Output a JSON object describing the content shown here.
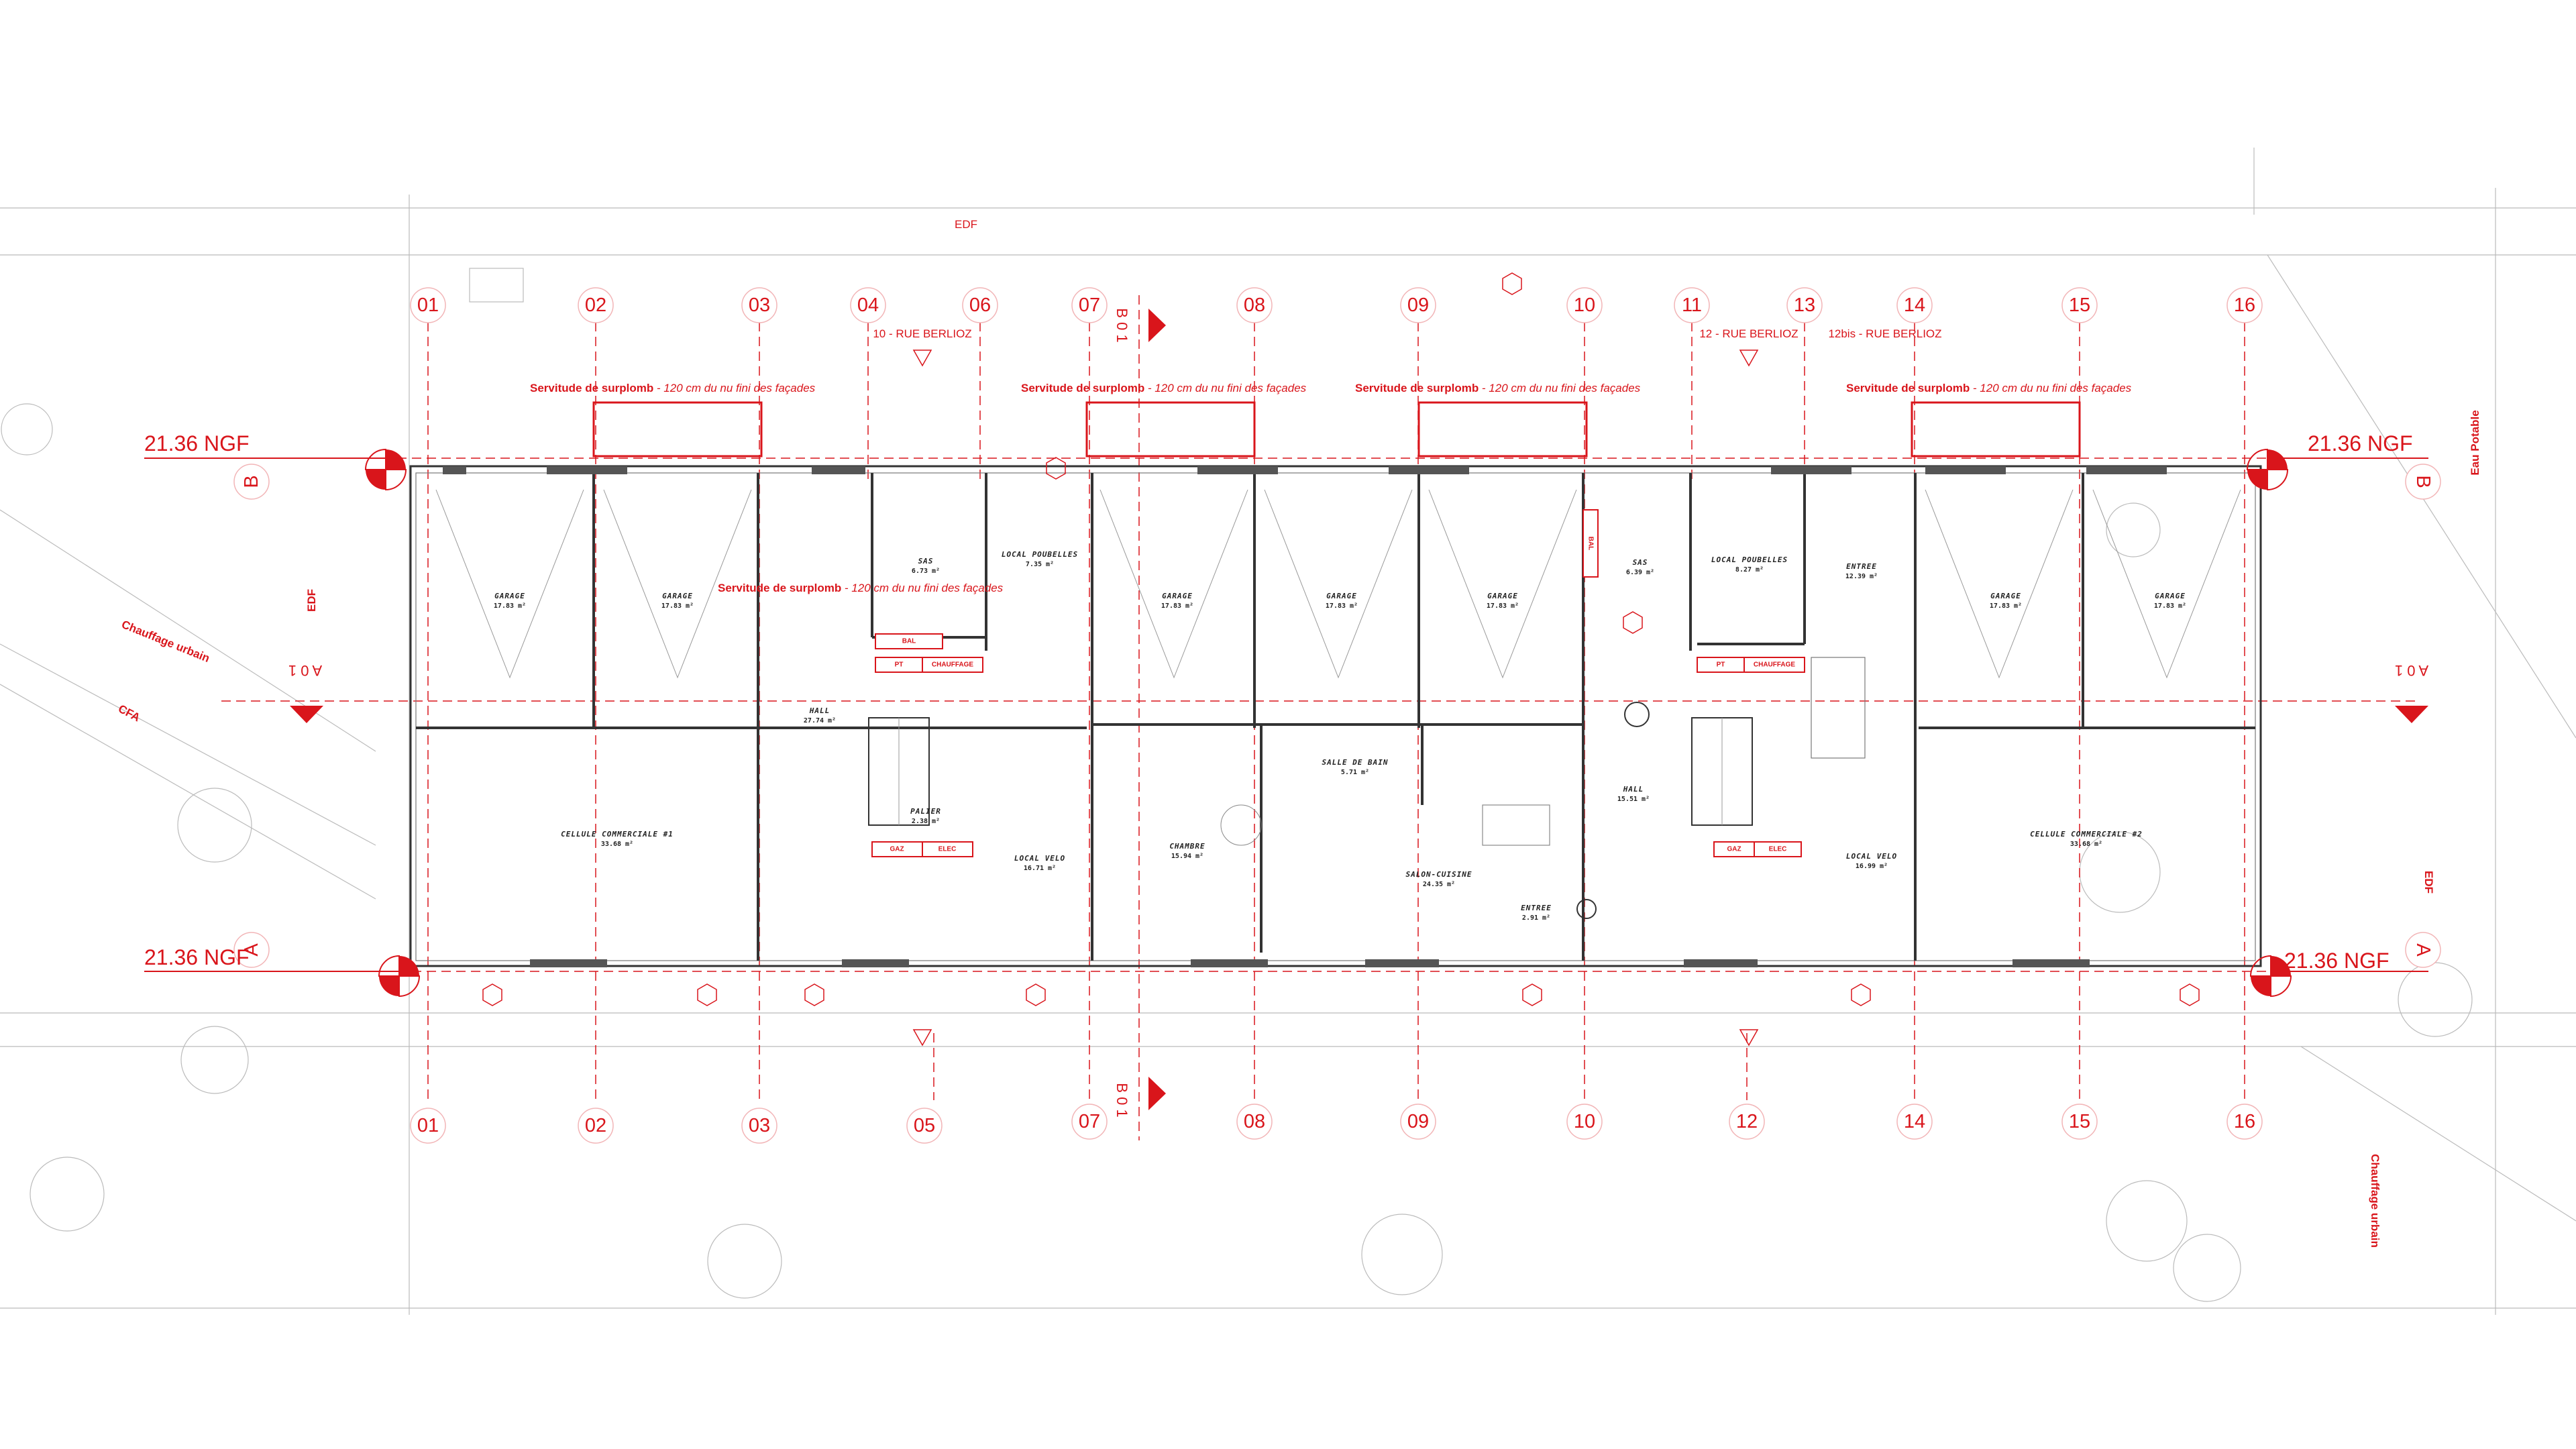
{
  "axes_top": [
    "01",
    "02",
    "03",
    "04",
    "06",
    "07",
    "08",
    "09",
    "10",
    "11",
    "13",
    "14",
    "15",
    "16"
  ],
  "axes_bottom": [
    "01",
    "02",
    "03",
    "05",
    "07",
    "08",
    "09",
    "10",
    "12",
    "14",
    "15",
    "16"
  ],
  "section_markers": {
    "a": "A",
    "b": "B",
    "a01": "A 0 1",
    "b01": "B 0 1"
  },
  "ngf_label": "21.36 NGF",
  "street_labels": [
    "10 - RUE BERLIOZ",
    "12 - RUE BERLIOZ",
    "12bis - RUE BERLIOZ"
  ],
  "servitude": {
    "bold": "Servitude de surplomb",
    "italic": " - 120 cm du nu fini des façades"
  },
  "network_labels": {
    "edf": "EDF",
    "chauffage": "Chauffage urbain",
    "cfa": "CFA",
    "eau": "Eau Potable"
  },
  "rooms": [
    {
      "name": "GARAGE",
      "area": "17.83 m²"
    },
    {
      "name": "GARAGE",
      "area": "17.83 m²"
    },
    {
      "name": "SAS",
      "area": "6.73 m²"
    },
    {
      "name": "LOCAL POUBELLES",
      "area": "7.35 m²"
    },
    {
      "name": "GARAGE",
      "area": "17.83 m²"
    },
    {
      "name": "GARAGE",
      "area": "17.83 m²"
    },
    {
      "name": "GARAGE",
      "area": "17.83 m²"
    },
    {
      "name": "SAS",
      "area": "6.39 m²"
    },
    {
      "name": "LOCAL POUBELLES",
      "area": "8.27 m²"
    },
    {
      "name": "ENTREE",
      "area": "12.39 m²"
    },
    {
      "name": "GARAGE",
      "area": "17.83 m²"
    },
    {
      "name": "GARAGE",
      "area": "17.83 m²"
    },
    {
      "name": "HALL",
      "area": "27.74 m²"
    },
    {
      "name": "CELLULE COMMERCIALE #1",
      "area": "33.68 m²"
    },
    {
      "name": "PALIER",
      "area": "2.38 m²"
    },
    {
      "name": "LOCAL VELO",
      "area": "16.71 m²"
    },
    {
      "name": "SALLE DE BAIN",
      "area": "5.71 m²"
    },
    {
      "name": "CHAMBRE",
      "area": "15.94 m²"
    },
    {
      "name": "SALON-CUISINE",
      "area": "24.35 m²"
    },
    {
      "name": "ENTREE",
      "area": "2.91 m²"
    },
    {
      "name": "HALL",
      "area": "15.51 m²"
    },
    {
      "name": "LOCAL VELO",
      "area": "16.99 m²"
    },
    {
      "name": "CELLULE COMMERCIALE #2",
      "area": "33.68 m²"
    }
  ],
  "tech_tags": {
    "pt": "PT",
    "chauffage": "CHAUFFAGE",
    "bal": "BAL",
    "gaz": "GAZ",
    "elec": "ELEC"
  },
  "colors": {
    "accent": "#d9151b",
    "wall": "#333333",
    "context": "#bbbbbb"
  }
}
